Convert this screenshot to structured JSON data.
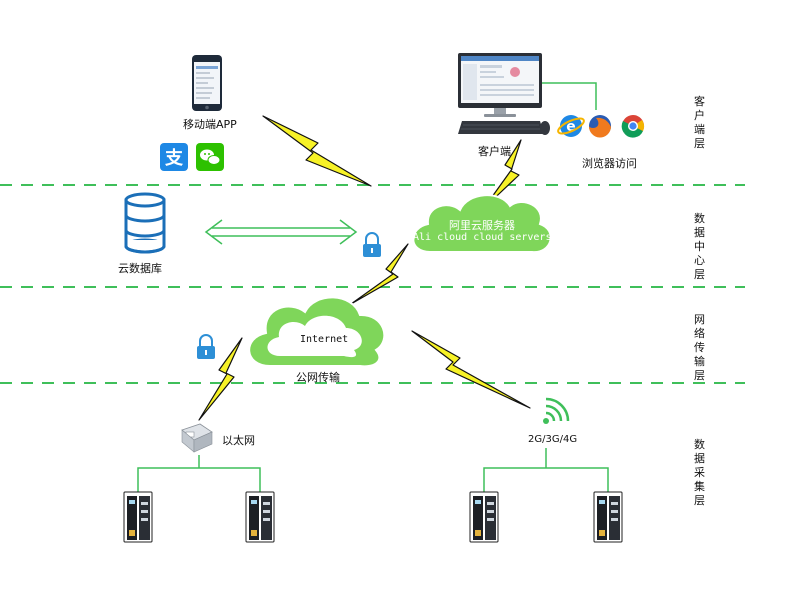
{
  "labels": {
    "mobile_app": "移动端APP",
    "client": "客户端",
    "browser_access": "浏览器访问",
    "cloud_db": "云数据库",
    "aliyun_cn": "阿里云服务器",
    "aliyun_en": "Ali cloud  cloud servers",
    "internet": "Internet",
    "public_net": "公网传输",
    "ethernet": "以太网",
    "cellular": "2G/3G/4G"
  },
  "layers": [
    {
      "name": "客户端层",
      "chars": [
        "客",
        "户",
        "端",
        "层"
      ]
    },
    {
      "name": "数据中心层",
      "chars": [
        "数",
        "据",
        "中",
        "心",
        "层"
      ]
    },
    {
      "name": "网络传输层",
      "chars": [
        "网",
        "络",
        "传",
        "输",
        "层"
      ]
    },
    {
      "name": "数据采集层",
      "chars": [
        "数",
        "据",
        "采",
        "集",
        "层"
      ]
    }
  ],
  "colors": {
    "green": "#3fbf5a",
    "cloud": "#7fd65a",
    "bolt": "#f7f227",
    "db_blue": "#1b6fb8",
    "lock": "#2d8fd6"
  },
  "icons": {
    "alipay": "支",
    "wechat": "wechat-icon"
  }
}
